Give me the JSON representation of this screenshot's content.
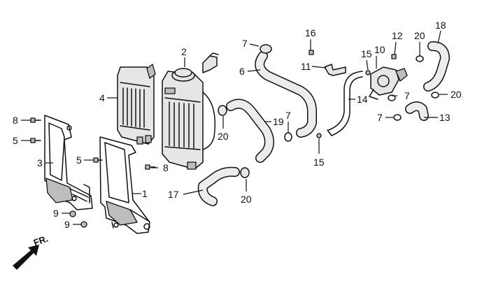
{
  "callouts": [
    {
      "id": "c1",
      "label": "1"
    },
    {
      "id": "c2",
      "label": "2"
    },
    {
      "id": "c3",
      "label": "3"
    },
    {
      "id": "c4",
      "label": "4"
    },
    {
      "id": "c5a",
      "label": "5"
    },
    {
      "id": "c5b",
      "label": "5"
    },
    {
      "id": "c6",
      "label": "6"
    },
    {
      "id": "c7a",
      "label": "7"
    },
    {
      "id": "c7b",
      "label": "7"
    },
    {
      "id": "c7c",
      "label": "7"
    },
    {
      "id": "c7d",
      "label": "7"
    },
    {
      "id": "c8a",
      "label": "8"
    },
    {
      "id": "c8b",
      "label": "8"
    },
    {
      "id": "c9a",
      "label": "9"
    },
    {
      "id": "c9b",
      "label": "9"
    },
    {
      "id": "c10",
      "label": "10"
    },
    {
      "id": "c11",
      "label": "11"
    },
    {
      "id": "c12",
      "label": "12"
    },
    {
      "id": "c13",
      "label": "13"
    },
    {
      "id": "c14",
      "label": "14"
    },
    {
      "id": "c15a",
      "label": "15"
    },
    {
      "id": "c15b",
      "label": "15"
    },
    {
      "id": "c16",
      "label": "16"
    },
    {
      "id": "c17",
      "label": "17"
    },
    {
      "id": "c18",
      "label": "18"
    },
    {
      "id": "c19",
      "label": "19"
    },
    {
      "id": "c20a",
      "label": "20"
    },
    {
      "id": "c20b",
      "label": "20"
    },
    {
      "id": "c20c",
      "label": "20"
    },
    {
      "id": "c20d",
      "label": "20"
    }
  ],
  "front_indicator": {
    "label": "FR."
  }
}
